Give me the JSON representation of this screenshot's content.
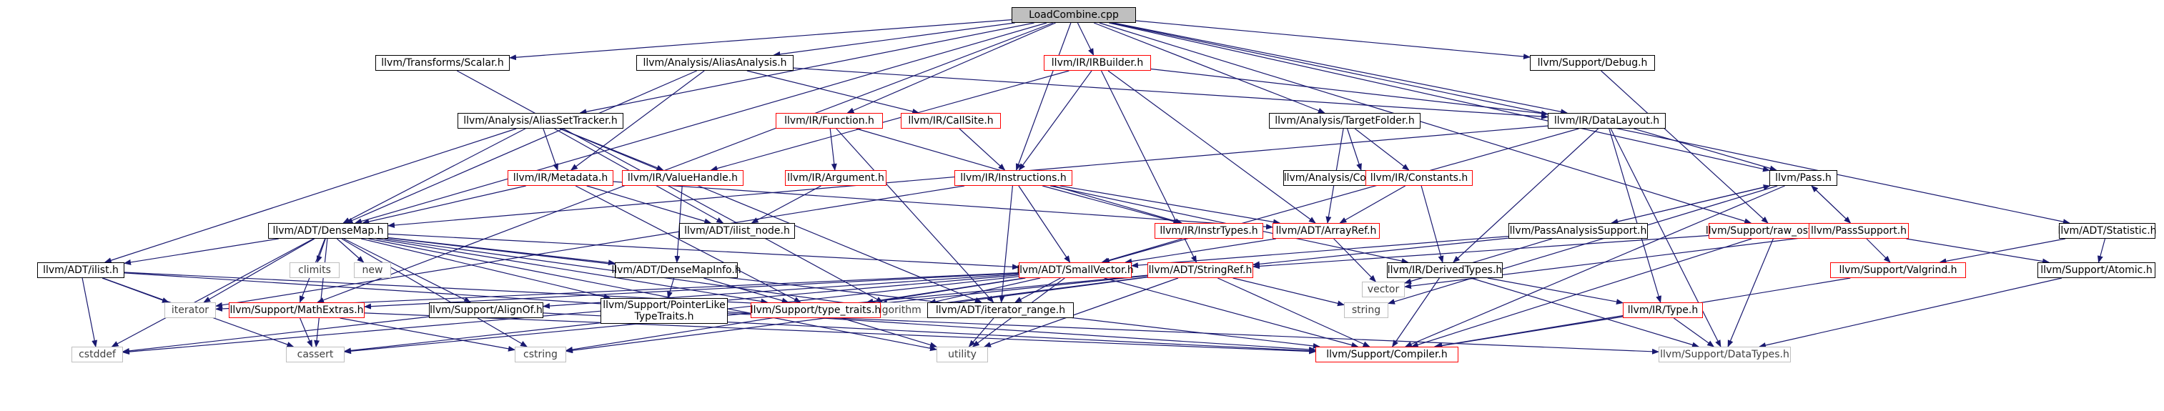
{
  "colors": {
    "edge": "#191970",
    "link_border": "#000000",
    "missing_border": "#ff0000",
    "system_border": "#bfbfbf",
    "root_fill": "#bfbfbf"
  },
  "nodes": [
    {
      "id": "n0",
      "label": "LoadCombine.cpp",
      "kind": "root"
    },
    {
      "id": "n1",
      "label": "llvm/Transforms/Scalar.h",
      "kind": "link"
    },
    {
      "id": "n2",
      "label": "llvm/Analysis/AliasAnalysis.h",
      "kind": "link"
    },
    {
      "id": "n3",
      "label": "llvm/IR/IRBuilder.h",
      "kind": "red"
    },
    {
      "id": "n4",
      "label": "llvm/Support/Debug.h",
      "kind": "link"
    },
    {
      "id": "n5",
      "label": "llvm/Analysis/AliasSetTracker.h",
      "kind": "link"
    },
    {
      "id": "n6",
      "label": "llvm/IR/Function.h",
      "kind": "red"
    },
    {
      "id": "n7",
      "label": "llvm/IR/CallSite.h",
      "kind": "red"
    },
    {
      "id": "n8",
      "label": "llvm/Analysis/TargetFolder.h",
      "kind": "link"
    },
    {
      "id": "n9",
      "label": "llvm/IR/DataLayout.h",
      "kind": "link"
    },
    {
      "id": "n10",
      "label": "llvm/IR/Metadata.h",
      "kind": "red"
    },
    {
      "id": "n11",
      "label": "llvm/IR/ValueHandle.h",
      "kind": "red"
    },
    {
      "id": "n12",
      "label": "llvm/IR/Argument.h",
      "kind": "red"
    },
    {
      "id": "n13",
      "label": "llvm/IR/Instructions.h",
      "kind": "red"
    },
    {
      "id": "n14",
      "label": "llvm/Analysis/ConstantFolding.h",
      "kind": "link"
    },
    {
      "id": "n15",
      "label": "llvm/IR/Constants.h",
      "kind": "red"
    },
    {
      "id": "n16",
      "label": "llvm/Pass.h",
      "kind": "link"
    },
    {
      "id": "n17",
      "label": "llvm/ADT/DenseMap.h",
      "kind": "link"
    },
    {
      "id": "n18",
      "label": "llvm/ADT/ilist_node.h",
      "kind": "link"
    },
    {
      "id": "n19",
      "label": "llvm/IR/InstrTypes.h",
      "kind": "red"
    },
    {
      "id": "n20",
      "label": "llvm/ADT/ArrayRef.h",
      "kind": "red"
    },
    {
      "id": "n21",
      "label": "llvm/PassAnalysisSupport.h",
      "kind": "link"
    },
    {
      "id": "n22",
      "label": "llvm/Support/raw_ostream.h",
      "kind": "red"
    },
    {
      "id": "n23",
      "label": "llvm/PassSupport.h",
      "kind": "red"
    },
    {
      "id": "n24",
      "label": "llvm/ADT/Statistic.h",
      "kind": "link"
    },
    {
      "id": "n25",
      "label": "climits",
      "kind": "plain"
    },
    {
      "id": "n26",
      "label": "new",
      "kind": "plain"
    },
    {
      "id": "n27",
      "label": "llvm/ADT/ilist.h",
      "kind": "link"
    },
    {
      "id": "n28",
      "label": "llvm/ADT/DenseMapInfo.h",
      "kind": "link"
    },
    {
      "id": "n29",
      "label": "llvm/ADT/SmallVector.h",
      "kind": "red"
    },
    {
      "id": "n30",
      "label": "llvm/ADT/StringRef.h",
      "kind": "red"
    },
    {
      "id": "n31",
      "label": "llvm/IR/DerivedTypes.h",
      "kind": "link"
    },
    {
      "id": "n32",
      "label": "vector",
      "kind": "plain"
    },
    {
      "id": "n33",
      "label": "llvm/Support/Valgrind.h",
      "kind": "red"
    },
    {
      "id": "n34",
      "label": "llvm/Support/Atomic.h",
      "kind": "link"
    },
    {
      "id": "n35",
      "label": "iterator",
      "kind": "plain"
    },
    {
      "id": "n36",
      "label": "llvm/Support/MathExtras.h",
      "kind": "red"
    },
    {
      "id": "n37",
      "label": "llvm/Support/AlignOf.h",
      "kind": "link"
    },
    {
      "id": "n38",
      "label": "llvm/Support/PointerLike\nTypeTraits.h",
      "kind": "link"
    },
    {
      "id": "n39",
      "label": "algorithm",
      "kind": "plain"
    },
    {
      "id": "n40",
      "label": "llvm/Support/type_traits.h",
      "kind": "red"
    },
    {
      "id": "n41",
      "label": "llvm/ADT/iterator_range.h",
      "kind": "link"
    },
    {
      "id": "n42",
      "label": "string",
      "kind": "plain"
    },
    {
      "id": "n43",
      "label": "llvm/IR/Type.h",
      "kind": "red"
    },
    {
      "id": "n44",
      "label": "cstddef",
      "kind": "plain"
    },
    {
      "id": "n45",
      "label": "cassert",
      "kind": "plain"
    },
    {
      "id": "n46",
      "label": "cstring",
      "kind": "plain"
    },
    {
      "id": "n47",
      "label": "utility",
      "kind": "plain"
    },
    {
      "id": "n48",
      "label": "llvm/Support/Compiler.h",
      "kind": "red"
    },
    {
      "id": "n49",
      "label": "llvm/Support/DataTypes.h",
      "kind": "plain"
    }
  ]
}
